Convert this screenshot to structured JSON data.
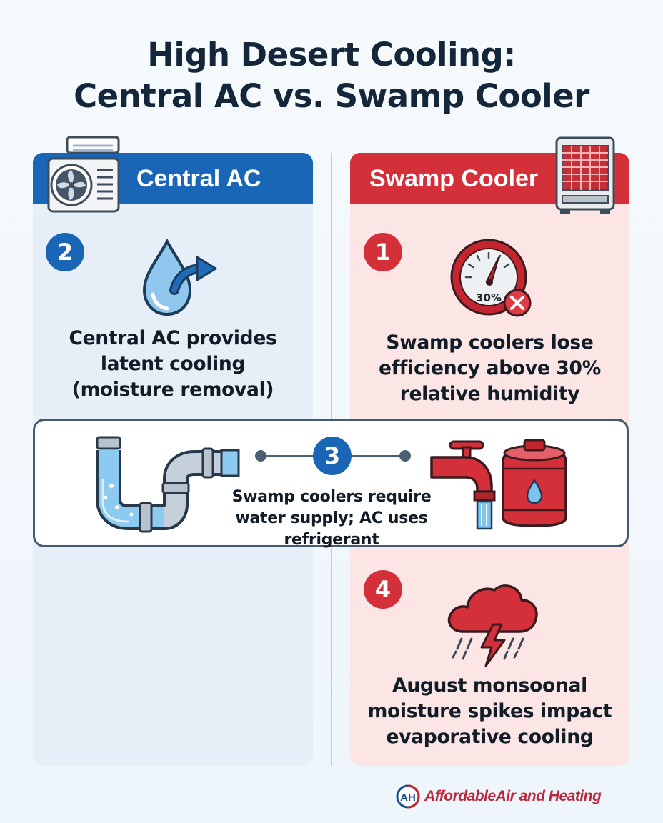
{
  "title": {
    "line1": "High Desert Cooling:",
    "line2": "Central AC vs. Swamp Cooler"
  },
  "central_ac": {
    "header": "Central AC",
    "badge": "2",
    "caption": [
      "Central AC provides",
      "latent cooling",
      "(moisture removal)"
    ],
    "icons": [
      "ac-outdoor-unit-icon",
      "water-drop-arrow-icon"
    ]
  },
  "swamp_cooler": {
    "header": "Swamp Cooler",
    "point1": {
      "badge": "1",
      "gauge_label": "30%",
      "caption": [
        "Swamp coolers lose",
        "efficiency above 30%",
        "relative humidity"
      ]
    },
    "point4": {
      "badge": "4",
      "caption": [
        "August monsoonal",
        "moisture spikes impact",
        "evaporative cooling"
      ]
    },
    "icons": [
      "evaporative-cooler-icon",
      "humidity-gauge-icon",
      "storm-cloud-icon"
    ]
  },
  "shared": {
    "badge": "3",
    "caption": [
      "Swamp coolers require",
      "water supply; AC uses refrigerant"
    ],
    "icons": [
      "water-pipe-icon",
      "faucet-icon",
      "water-tank-icon"
    ]
  },
  "logo": {
    "mark": "AH",
    "text": "AffordableAir and Heating"
  },
  "colors": {
    "ac_blue": "#1a66b6",
    "swamp_red": "#d4303a",
    "ac_panel": "#e6eff8",
    "swamp_panel": "#fbe5e5",
    "title_text": "#13263a"
  }
}
